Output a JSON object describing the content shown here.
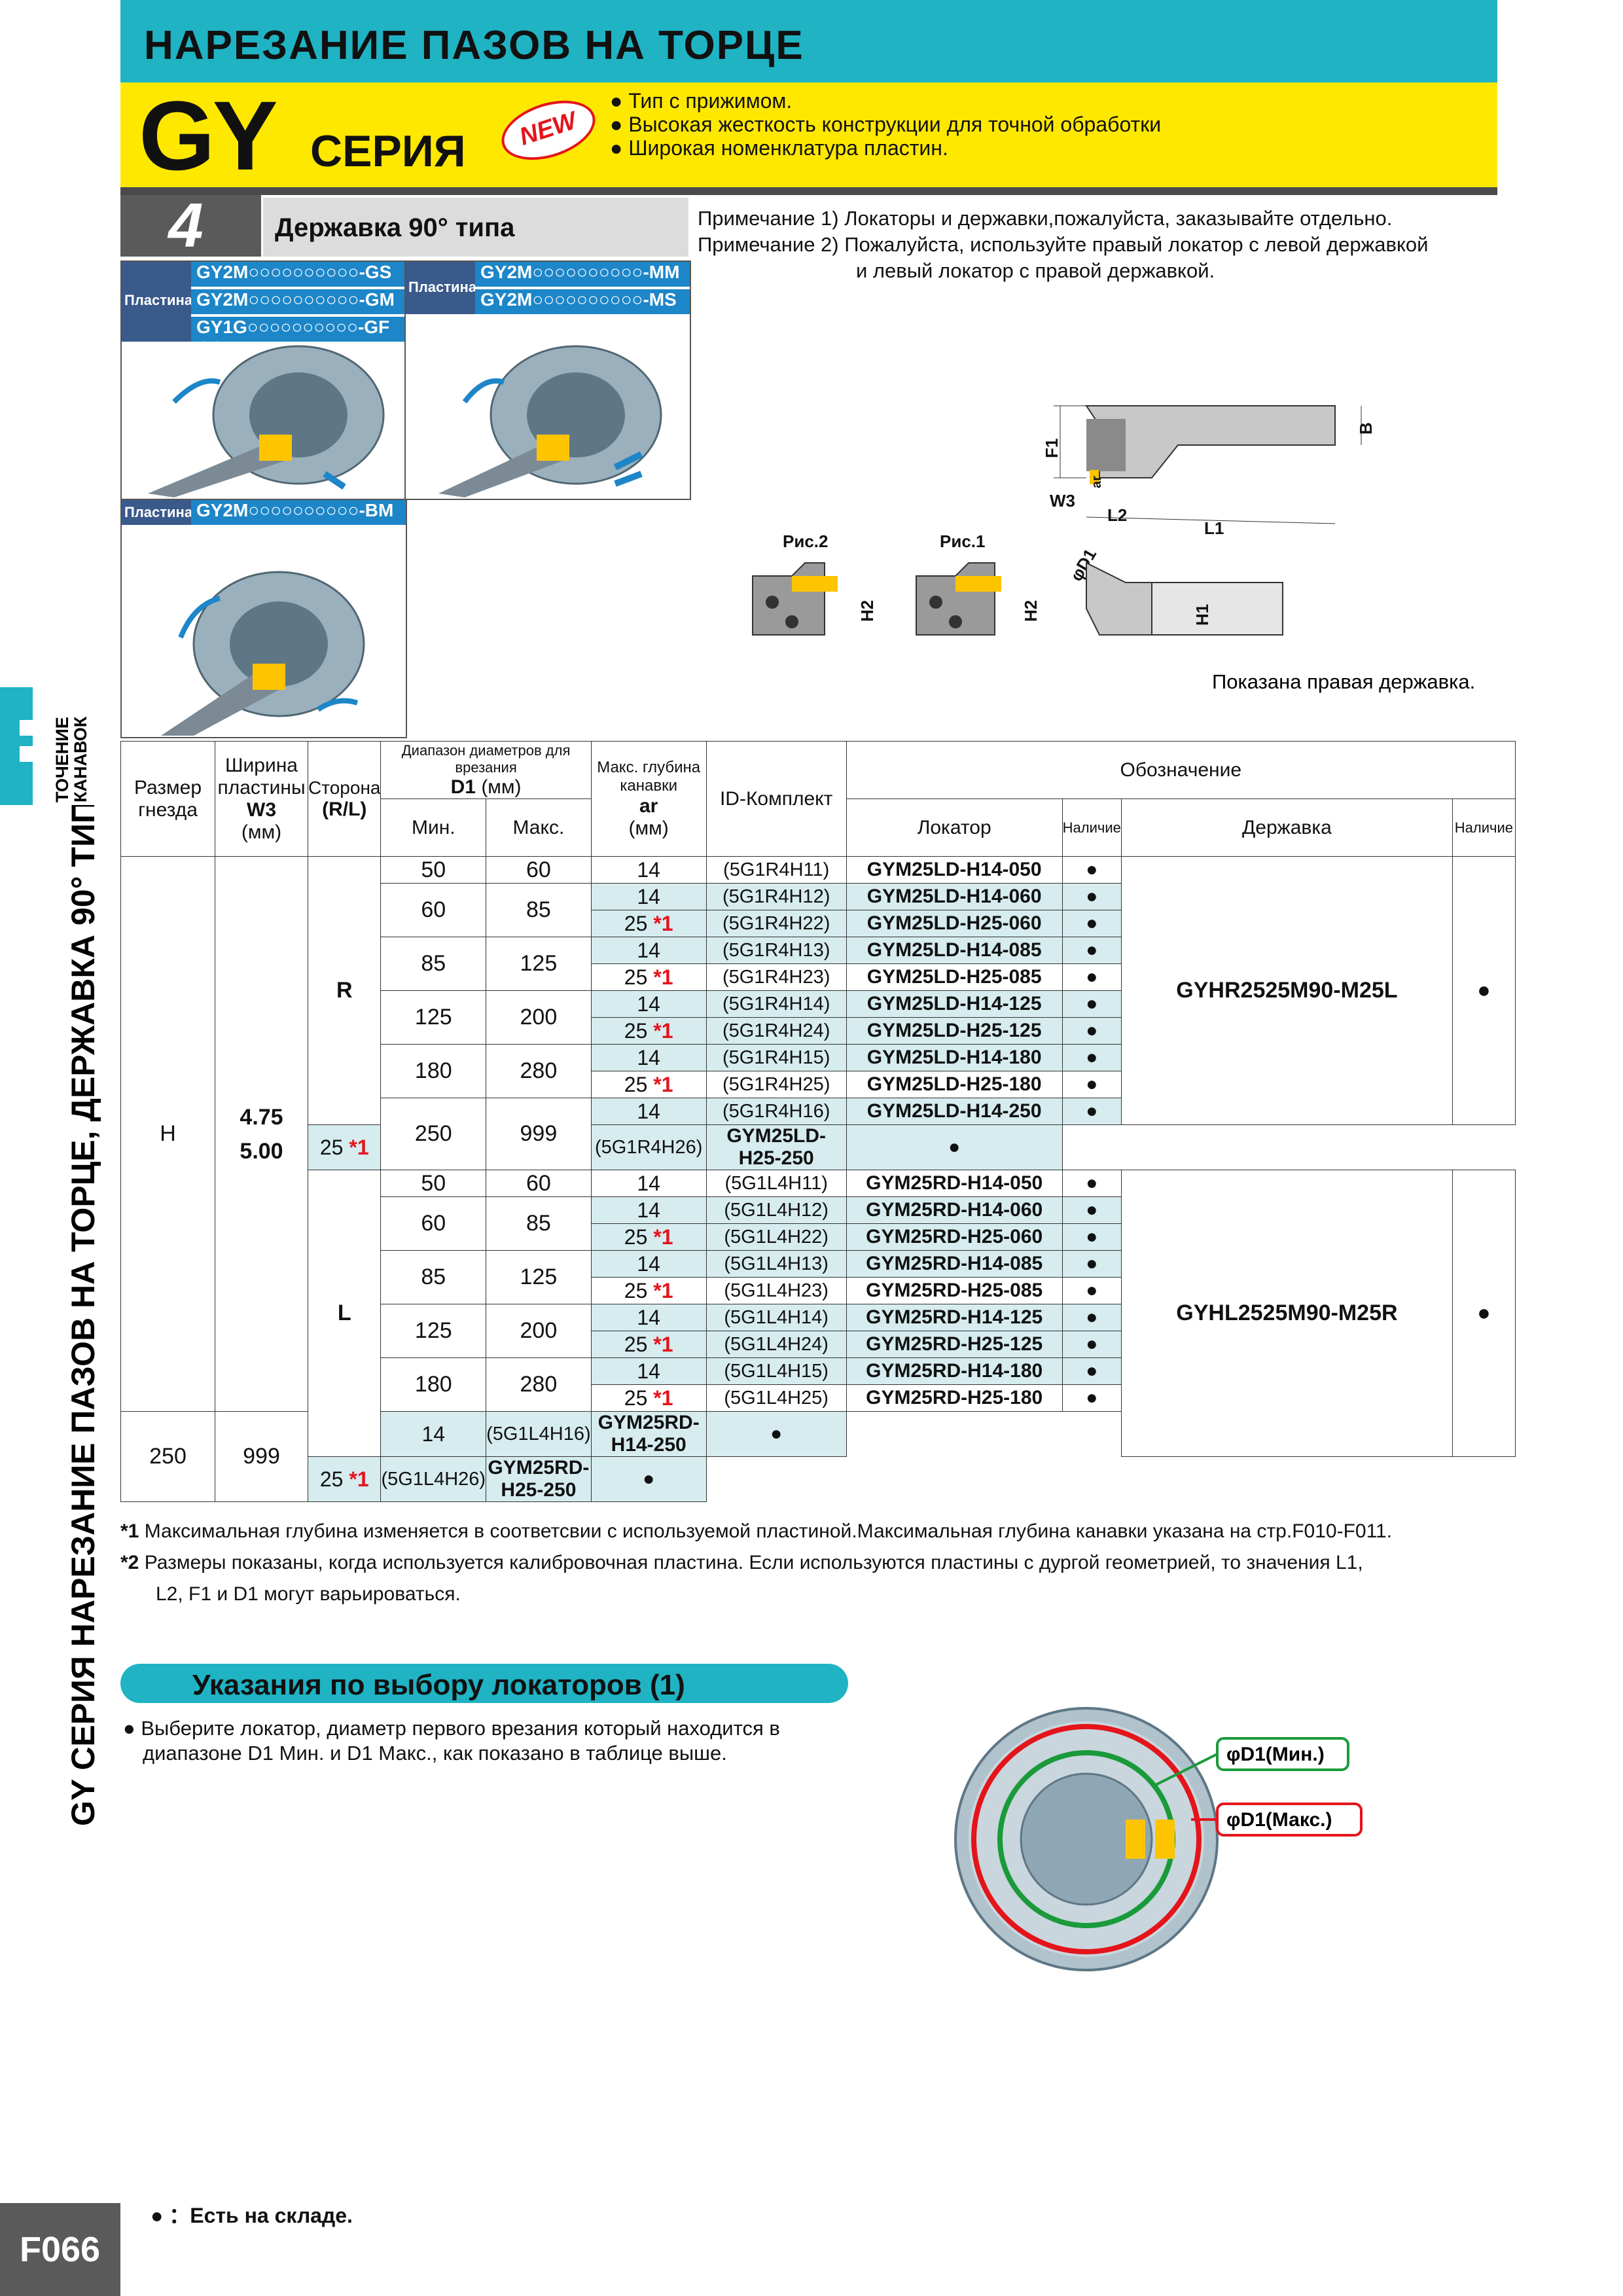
{
  "header": {
    "title": "НАРЕЗАНИЕ ПАЗОВ НА ТОРЦЕ",
    "series_code": "GY",
    "series_word": "СЕРИЯ",
    "new_badge": "NEW",
    "bullets": [
      "Тип с прижимом.",
      "Высокая жесткость конструкции для точной обработки",
      "Широкая номенклатура пластин."
    ]
  },
  "section": {
    "number": "4",
    "title": "Державка 90° типа",
    "notes": [
      "Примечание 1) Локаторы и державки,пожалуйста, заказывайте отдельно.",
      "Примечание 2) Пожалуйста, используйте правый локатор с левой державкой",
      "и левый локатор с правой державкой."
    ]
  },
  "side_tab": {
    "small_line1": "ТОЧЕНИЕ",
    "small_line2": "КАНАВОК",
    "long_gy": "GY",
    "long_text": " СЕРИЯ НАРЕЗАНИЕ ПАЗОВ НА ТОРЦЕ, ДЕРЖАВКА 90° ТИПА"
  },
  "inserts": {
    "label": "Пластина",
    "panel1": [
      "GY2M○○○○○○○○○○-GS",
      "GY2M○○○○○○○○○○-GM",
      "GY1G○○○○○○○○○○-GF GS"
    ],
    "panel2": [
      "GY2M○○○○○○○○○○-MM",
      "GY2M○○○○○○○○○○-MS"
    ],
    "panel3": [
      "GY2M○○○○○○○○○○-BM"
    ]
  },
  "drawing": {
    "fig2": "Рис.2",
    "fig1": "Рис.1",
    "dims": {
      "F1": "F1",
      "B": "B",
      "ar": "ar",
      "W3": "W3",
      "L2": "L2",
      "L1": "L1",
      "D1": "φD1",
      "H2": "H2",
      "H1": "H1"
    },
    "caption": "Показана правая державка."
  },
  "table": {
    "headers": {
      "size": "Размер гнезда",
      "width": "Ширина пластины",
      "width_sym": "W3",
      "width_unit": "(мм)",
      "side": "Сторона",
      "side_sub": "(R/L)",
      "range": "Диапазон диаметров для врезания",
      "range_sym": "D1",
      "range_unit": "(мм)",
      "min": "Мин.",
      "max": "Макс.",
      "depth": "Макс. глубина канавки",
      "depth_sym": "ar",
      "depth_unit": "(мм)",
      "id": "ID-Комплект",
      "designation": "Обозначение",
      "locator": "Локатор",
      "avail": "Наличие",
      "holder": "Державка",
      "avail2": "Наличие"
    },
    "size": "H",
    "widths": [
      "4.75",
      "5.00"
    ],
    "dot": "●",
    "star": "*1",
    "R": {
      "side": "R",
      "holder": "GYHR2525M90-M25L",
      "groups": [
        {
          "min": "50",
          "max": "60",
          "rows": [
            {
              "ar": "14",
              "id": "(5G1R4H11)",
              "loc": "GYM25LD-H14-050"
            }
          ]
        },
        {
          "min": "60",
          "max": "85",
          "rows": [
            {
              "ar": "14",
              "id": "(5G1R4H12)",
              "loc": "GYM25LD-H14-060"
            },
            {
              "ar": "25",
              "id": "(5G1R4H22)",
              "loc": "GYM25LD-H25-060"
            }
          ]
        },
        {
          "min": "85",
          "max": "125",
          "rows": [
            {
              "ar": "14",
              "id": "(5G1R4H13)",
              "loc": "GYM25LD-H14-085"
            },
            {
              "ar": "25",
              "id": "(5G1R4H23)",
              "loc": "GYM25LD-H25-085"
            }
          ]
        },
        {
          "min": "125",
          "max": "200",
          "rows": [
            {
              "ar": "14",
              "id": "(5G1R4H14)",
              "loc": "GYM25LD-H14-125"
            },
            {
              "ar": "25",
              "id": "(5G1R4H24)",
              "loc": "GYM25LD-H25-125"
            }
          ]
        },
        {
          "min": "180",
          "max": "280",
          "rows": [
            {
              "ar": "14",
              "id": "(5G1R4H15)",
              "loc": "GYM25LD-H14-180"
            },
            {
              "ar": "25",
              "id": "(5G1R4H25)",
              "loc": "GYM25LD-H25-180"
            }
          ]
        },
        {
          "min": "250",
          "max": "999",
          "rows": [
            {
              "ar": "14",
              "id": "(5G1R4H16)",
              "loc": "GYM25LD-H14-250"
            },
            {
              "ar": "25",
              "id": "(5G1R4H26)",
              "loc": "GYM25LD-H25-250"
            }
          ]
        }
      ]
    },
    "L": {
      "side": "L",
      "holder": "GYHL2525M90-M25R",
      "groups": [
        {
          "min": "50",
          "max": "60",
          "rows": [
            {
              "ar": "14",
              "id": "(5G1L4H11)",
              "loc": "GYM25RD-H14-050"
            }
          ]
        },
        {
          "min": "60",
          "max": "85",
          "rows": [
            {
              "ar": "14",
              "id": "(5G1L4H12)",
              "loc": "GYM25RD-H14-060"
            },
            {
              "ar": "25",
              "id": "(5G1L4H22)",
              "loc": "GYM25RD-H25-060"
            }
          ]
        },
        {
          "min": "85",
          "max": "125",
          "rows": [
            {
              "ar": "14",
              "id": "(5G1L4H13)",
              "loc": "GYM25RD-H14-085"
            },
            {
              "ar": "25",
              "id": "(5G1L4H23)",
              "loc": "GYM25RD-H25-085"
            }
          ]
        },
        {
          "min": "125",
          "max": "200",
          "rows": [
            {
              "ar": "14",
              "id": "(5G1L4H14)",
              "loc": "GYM25RD-H14-125"
            },
            {
              "ar": "25",
              "id": "(5G1L4H24)",
              "loc": "GYM25RD-H25-125"
            }
          ]
        },
        {
          "min": "180",
          "max": "280",
          "rows": [
            {
              "ar": "14",
              "id": "(5G1L4H15)",
              "loc": "GYM25RD-H14-180"
            },
            {
              "ar": "25",
              "id": "(5G1L4H25)",
              "loc": "GYM25RD-H25-180"
            }
          ]
        },
        {
          "min": "250",
          "max": "999",
          "rows": [
            {
              "ar": "14",
              "id": "(5G1L4H16)",
              "loc": "GYM25RD-H14-250"
            },
            {
              "ar": "25",
              "id": "(5G1L4H26)",
              "loc": "GYM25RD-H25-250"
            }
          ]
        }
      ]
    }
  },
  "footnotes": {
    "n1_mark": "*1",
    "n1": "Максимальная глубина изменяется в соответсвии с используемой пластиной.Максимальная глубина канавки указана на стр.F010-F011.",
    "n2_mark": "*2",
    "n2a": "Размеры показаны, когда используется калибровочная пластина. Если используются пластины с дургой геометрией, то значения L1,",
    "n2b": "L2, F1 и D1 могут варьироваться."
  },
  "guide": {
    "title": "Указания по выбору локаторов (1)",
    "text1": "Выберите локатор, диаметр первого врезания который находится в",
    "text2": "диапазоне D1 Мин. и D1 Макс., как показано в таблице выше.",
    "label_min": "φD1(Мин.)",
    "label_max": "φD1(Макс.)",
    "color_min": "#1a9a3a",
    "color_max": "#e4141b"
  },
  "footer": {
    "page": "F066",
    "stock_dot": "●",
    "stock": "：Есть на складе."
  }
}
